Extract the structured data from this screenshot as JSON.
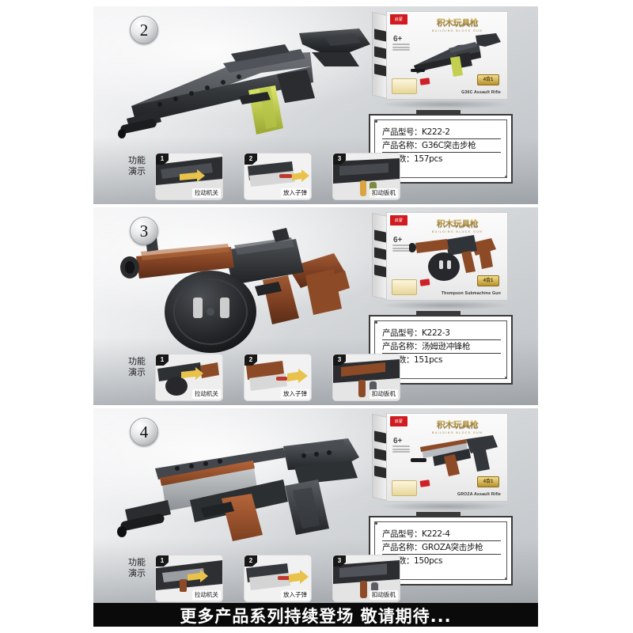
{
  "page": {
    "background_color": "#ffffff",
    "panel_count": 3
  },
  "banner": {
    "text": "更多产品系列持续登场 敬请期待...",
    "background_color": "#0a0a0a",
    "text_color": "#ffffff"
  },
  "common": {
    "function_demo_label": "功能演示",
    "info_labels": {
      "model": "产品型号：",
      "name": "产品名称：",
      "pieces": "颗粒数："
    },
    "demo_steps": [
      {
        "no": "1",
        "caption": "拉动机关"
      },
      {
        "no": "2",
        "caption": "放入子弹"
      },
      {
        "no": "3",
        "caption": "扣动扳机"
      }
    ],
    "box": {
      "title_cn": "积木玩具枪",
      "title_en": "BUILDING BLOCK GUN",
      "age_badge": "6+",
      "brand": "启蒙",
      "badge_text": "4合1"
    }
  },
  "panels": [
    {
      "number": "2",
      "model": "K222-2",
      "name": "G36C突击步枪",
      "pieces": "157pcs",
      "box_product_name": "G36C Assault Rifle",
      "gun_colors": {
        "body": "#2e3033",
        "body_light": "#4a4d51",
        "accent": "#c8d44e",
        "barrel": "#1b1d1f"
      }
    },
    {
      "number": "3",
      "model": "K222-3",
      "name": "汤姆逊冲锋枪",
      "pieces": "151pcs",
      "box_product_name": "Thompson Submachine Gun",
      "gun_colors": {
        "body": "#2b2c2e",
        "body_light": "#46484b",
        "accent": "#8a4a28",
        "barrel": "#1b1d1f"
      }
    },
    {
      "number": "4",
      "model": "K222-4",
      "name": "GROZA突击步枪",
      "pieces": "150pcs",
      "box_product_name": "GROZA Assault Rifle",
      "gun_colors": {
        "body": "#34373a",
        "body_light": "#6f7378",
        "accent": "#96502a",
        "barrel": "#1b1d1f"
      }
    }
  ]
}
